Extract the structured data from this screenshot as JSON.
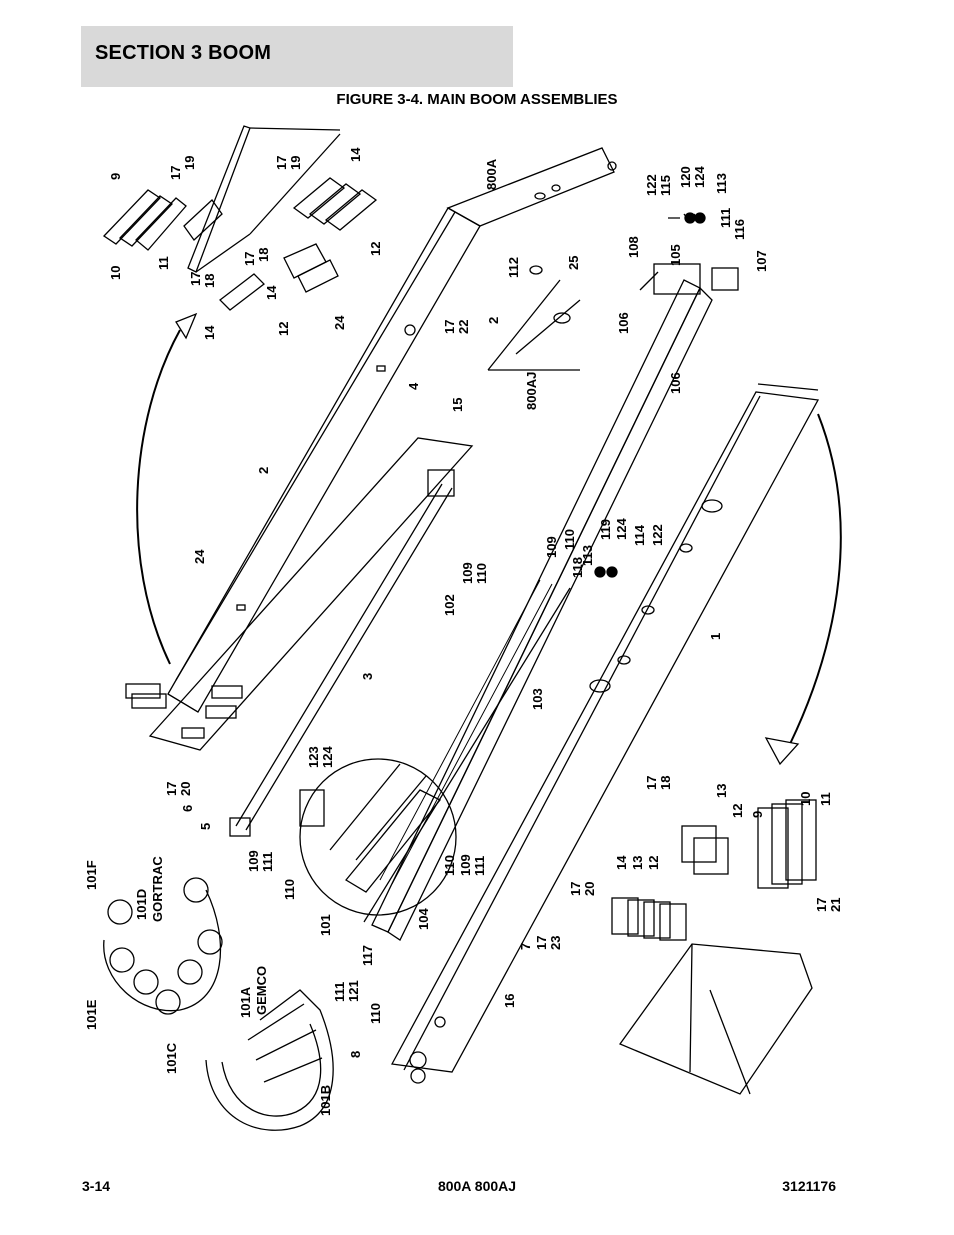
{
  "header": {
    "section": "SECTION 3   BOOM",
    "figure_title": "FIGURE 3-4. MAIN BOOM ASSEMBLIES"
  },
  "callouts": {
    "c800a": "800A",
    "c800aj": "800AJ",
    "gortrac": "GORTRAC",
    "gemco": "GEMCO",
    "c101": "101",
    "c101a": "101A",
    "c101b": "101B",
    "c101c": "101C",
    "c101d": "101D",
    "c101e": "101E",
    "c101f": "101F",
    "c1": "1",
    "c2": "2",
    "c2b": "2",
    "c3": "3",
    "c4": "4",
    "c5": "5",
    "c6": "6",
    "c7": "7",
    "c8": "8",
    "c9": "9",
    "c9b": "9",
    "c10": "10",
    "c10b": "10",
    "c11": "11",
    "c11b": "11",
    "c12": "12",
    "c12b": "12",
    "c12c": "12",
    "c12d": "12",
    "c13": "13",
    "c13b": "13",
    "c14": "14",
    "c14b": "14",
    "c14c": "14",
    "c14d": "14",
    "c15": "15",
    "c16": "16",
    "c17a": "17",
    "c17b": "17",
    "c17c": "17",
    "c17d": "17",
    "c17e": "17",
    "c17f": "17",
    "c17g": "17",
    "c17h": "17",
    "c17i": "17",
    "c17j": "17",
    "c18": "18",
    "c18b": "18",
    "c18c": "18",
    "c19": "19",
    "c19b": "19",
    "c20": "20",
    "c20b": "20",
    "c21": "21",
    "c22": "22",
    "c23": "23",
    "c24": "24",
    "c24b": "24",
    "c25": "25",
    "c102": "102",
    "c103": "103",
    "c104": "104",
    "c105": "105",
    "c106": "106",
    "c106b": "106",
    "c107": "107",
    "c108": "108",
    "c109": "109",
    "c109b": "109",
    "c109c": "109",
    "c109d": "109",
    "c110": "110",
    "c110b": "110",
    "c110c": "110",
    "c110d": "110",
    "c110e": "110",
    "c111": "111",
    "c111b": "111",
    "c111c": "111",
    "c111d": "111",
    "c112": "112",
    "c113": "113",
    "c113b": "113",
    "c114": "114",
    "c115": "115",
    "c116": "116",
    "c117": "117",
    "c118": "118",
    "c119": "119",
    "c120": "120",
    "c121": "121",
    "c122": "122",
    "c122b": "122",
    "c123": "123",
    "c124": "124",
    "c124b": "124",
    "c124c": "124"
  },
  "footer": {
    "page": "3-14",
    "model": "800A 800AJ",
    "doc_number": "3121176"
  }
}
